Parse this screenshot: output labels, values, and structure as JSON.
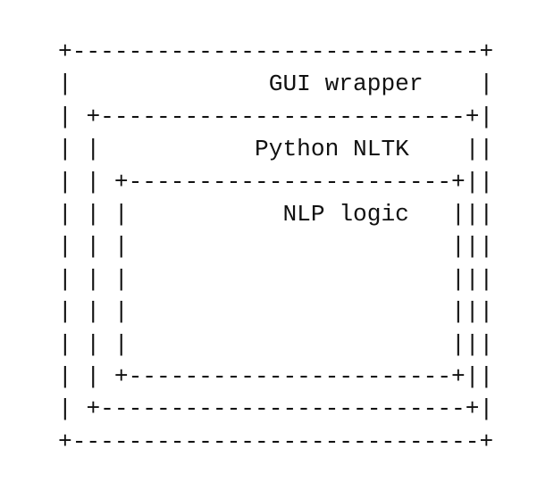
{
  "layers": {
    "outer": "GUI wrapper",
    "middle": "Python NLTK",
    "inner": "NLP logic"
  }
}
